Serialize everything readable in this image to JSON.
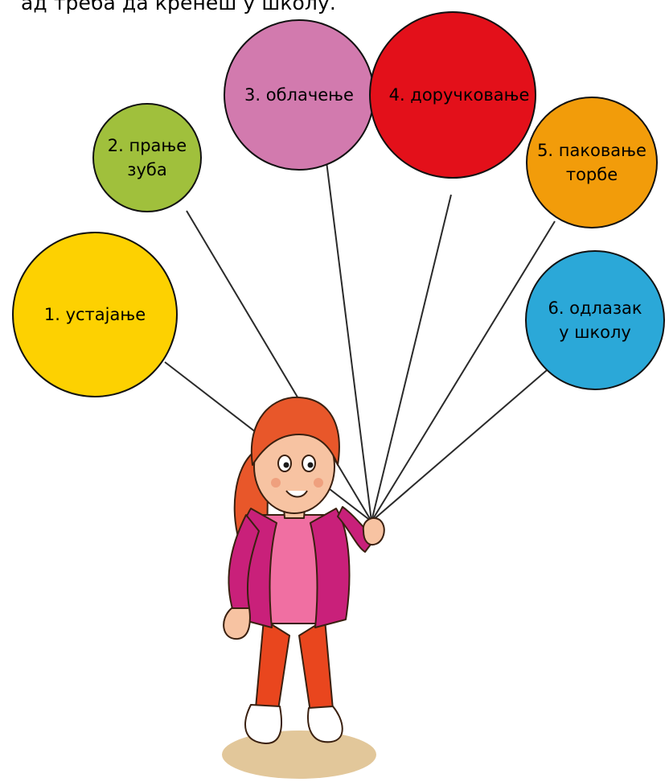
{
  "instruction": {
    "text": "ад треба да кренеш у школу."
  },
  "balloons": [
    {
      "lines": [
        "1. устајање"
      ],
      "color": "#FDD101"
    },
    {
      "lines": [
        "2. прање",
        "зуба"
      ],
      "color": "#A0C03C"
    },
    {
      "lines": [
        "3. облачење"
      ],
      "color": "#D27AAE"
    },
    {
      "lines": [
        "4. доручковање"
      ],
      "color": "#E3101A"
    },
    {
      "lines": [
        "5. паковање",
        "торбе"
      ],
      "color": "#F29C0A"
    },
    {
      "lines": [
        "6. одлазак",
        "у школу"
      ],
      "color": "#2BA8D8"
    }
  ]
}
